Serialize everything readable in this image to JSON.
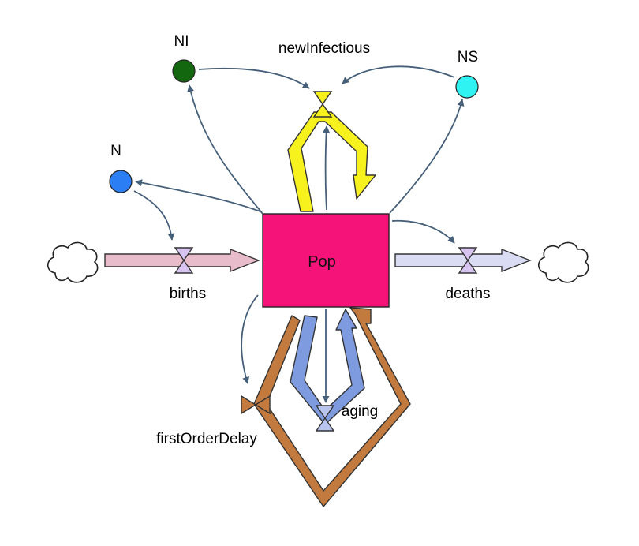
{
  "stock": {
    "label": "Pop",
    "color": "#f5137a"
  },
  "flows": {
    "births": {
      "label": "births",
      "pipe_color": "#e8bccb"
    },
    "deaths": {
      "label": "deaths",
      "pipe_color": "#dadcf4"
    },
    "newInfectious": {
      "label": "newInfectious",
      "pipe_color": "#f7f21e"
    },
    "aging": {
      "label": "aging",
      "pipe_color": "#7f9be0"
    },
    "firstOrderDelay": {
      "label": "firstOrderDelay",
      "pipe_color": "#c27a3e"
    }
  },
  "variables": {
    "NI": {
      "label": "NI",
      "color": "#13680f"
    },
    "NS": {
      "label": "NS",
      "color": "#2ff2f2"
    },
    "N": {
      "label": "N",
      "color": "#2c7ef5"
    }
  },
  "link_color": "#46607a",
  "clouds": [
    "source-cloud",
    "sink-cloud"
  ]
}
